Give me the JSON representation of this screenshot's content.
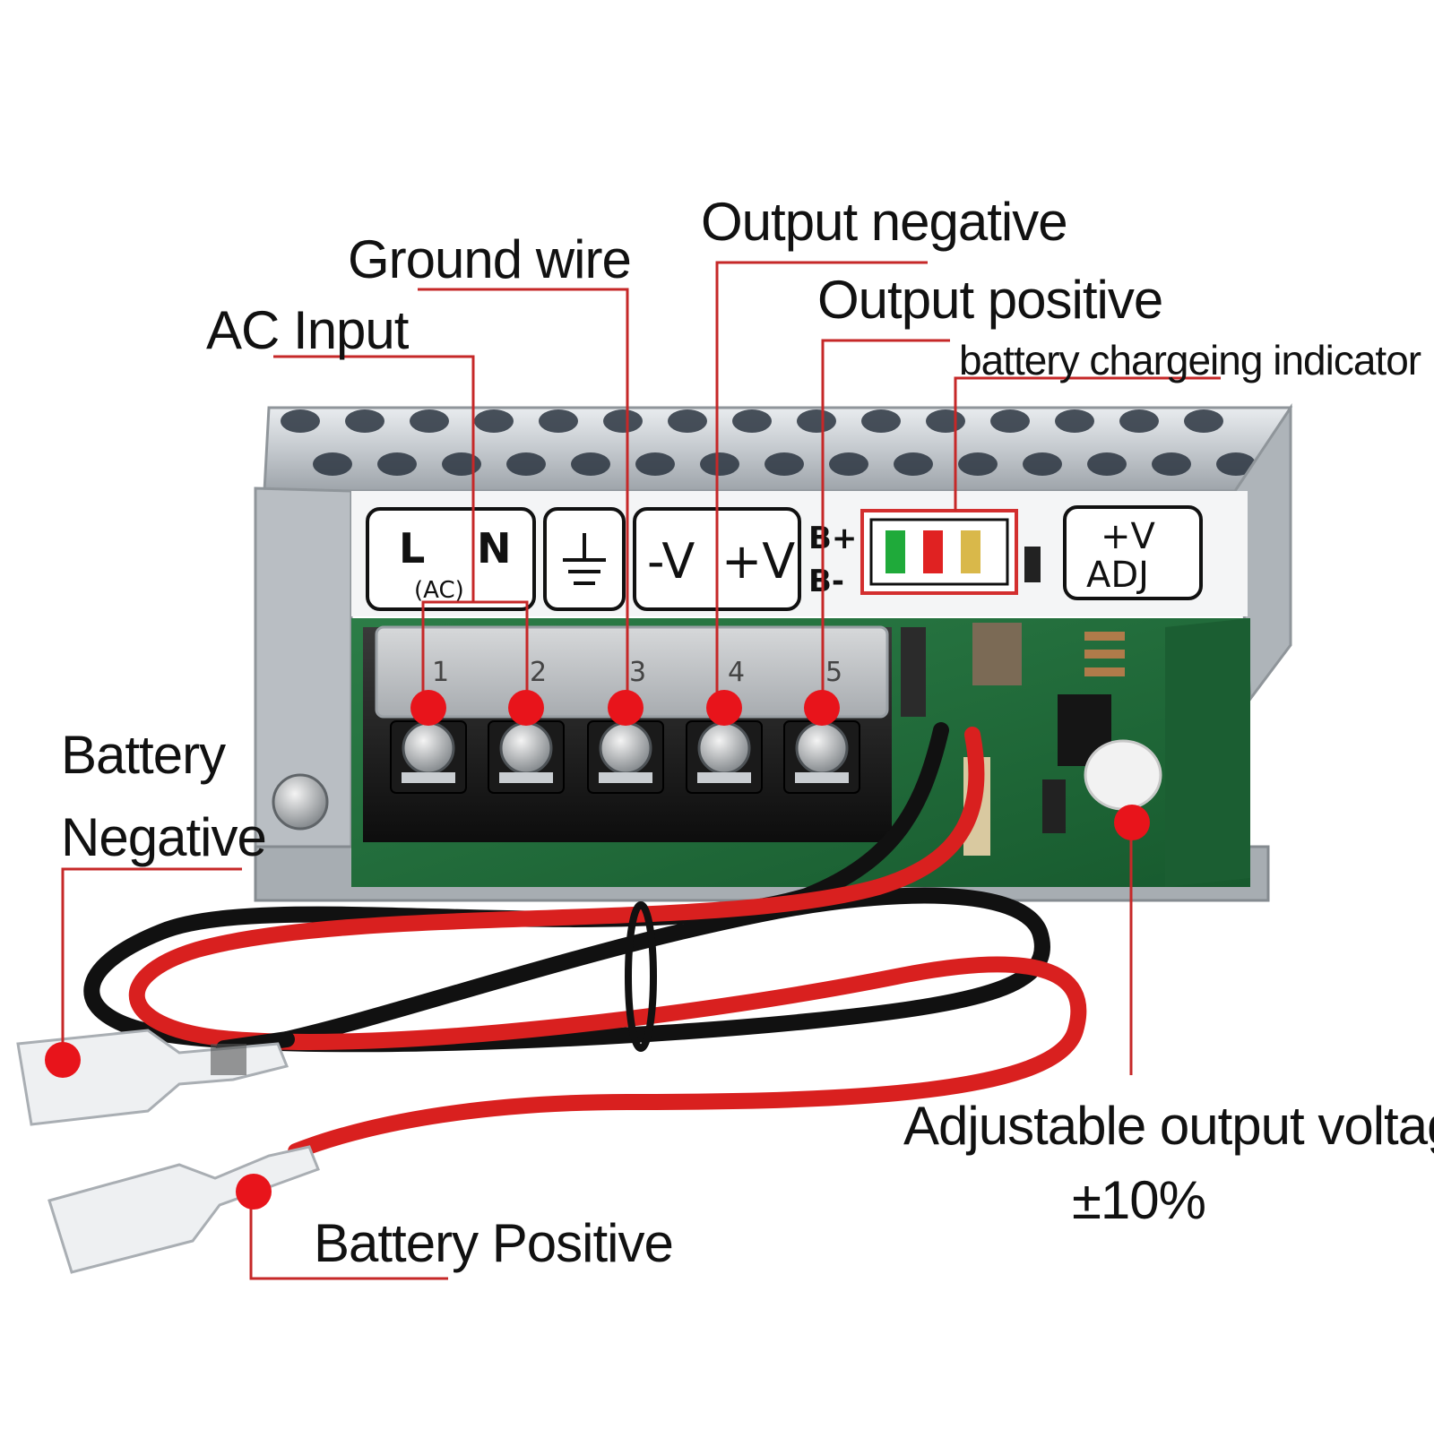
{
  "labels": {
    "ac_input": "AC  Input",
    "ground_wire": "Ground wire",
    "output_negative": "Output negative",
    "output_positive": "Output positive",
    "battery_indicator": "battery chargeing indicator",
    "battery_negative_line1": "Battery",
    "battery_negative_line2": "Negative",
    "battery_positive": "Battery Positive",
    "adjustable_line1": "Adjustable output voltage",
    "adjustable_line2": "±10%"
  },
  "panel": {
    "L": "L",
    "N": "N",
    "ac": "(AC)",
    "minus_v": "-V",
    "plus_v": "+V",
    "b_plus": "B+",
    "b_minus": "B-",
    "adj_top": "+V",
    "adj_bottom": "ADJ"
  },
  "terminals": [
    "1",
    "2",
    "3",
    "4",
    "5"
  ],
  "colors": {
    "marker": "#e8141b",
    "leader": "#c62828",
    "pcb": "#1f6b3a",
    "housing": "#c9cdd1",
    "indicator_green": "#1faa3a",
    "indicator_red": "#e02222",
    "indicator_yellow": "#d9b84a"
  }
}
